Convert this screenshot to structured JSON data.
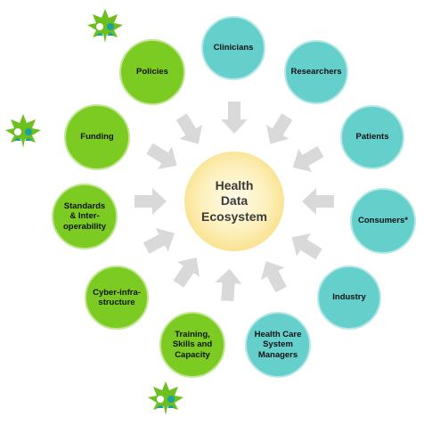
{
  "center": {
    "label": "Health\nData\nEcosystem"
  },
  "nodes": [
    {
      "label": "Clinicians",
      "group": "stakeholder"
    },
    {
      "label": "Researchers",
      "group": "stakeholder"
    },
    {
      "label": "Patients",
      "group": "stakeholder"
    },
    {
      "label": "Consumers*",
      "group": "stakeholder"
    },
    {
      "label": "Industry",
      "group": "stakeholder"
    },
    {
      "label": "Health Care\nSystem\nManagers",
      "group": "stakeholder"
    },
    {
      "label": "Training,\nSkills and\nCapacity",
      "group": "enabler"
    },
    {
      "label": "Cyber-infra-\nstructure",
      "group": "enabler"
    },
    {
      "label": "Standards\n& Inter-\noperability",
      "group": "enabler"
    },
    {
      "label": "Funding",
      "group": "enabler"
    },
    {
      "label": "Policies",
      "group": "enabler"
    }
  ],
  "colors": {
    "stakeholder": "#65cfcc",
    "enabler": "#7ccb22",
    "arrow": "#d9d9d9",
    "logo_green": "#6cbf1f",
    "logo_teal": "#1aa39b"
  },
  "icons": {
    "logo": "maple-leaf-people-logo"
  }
}
